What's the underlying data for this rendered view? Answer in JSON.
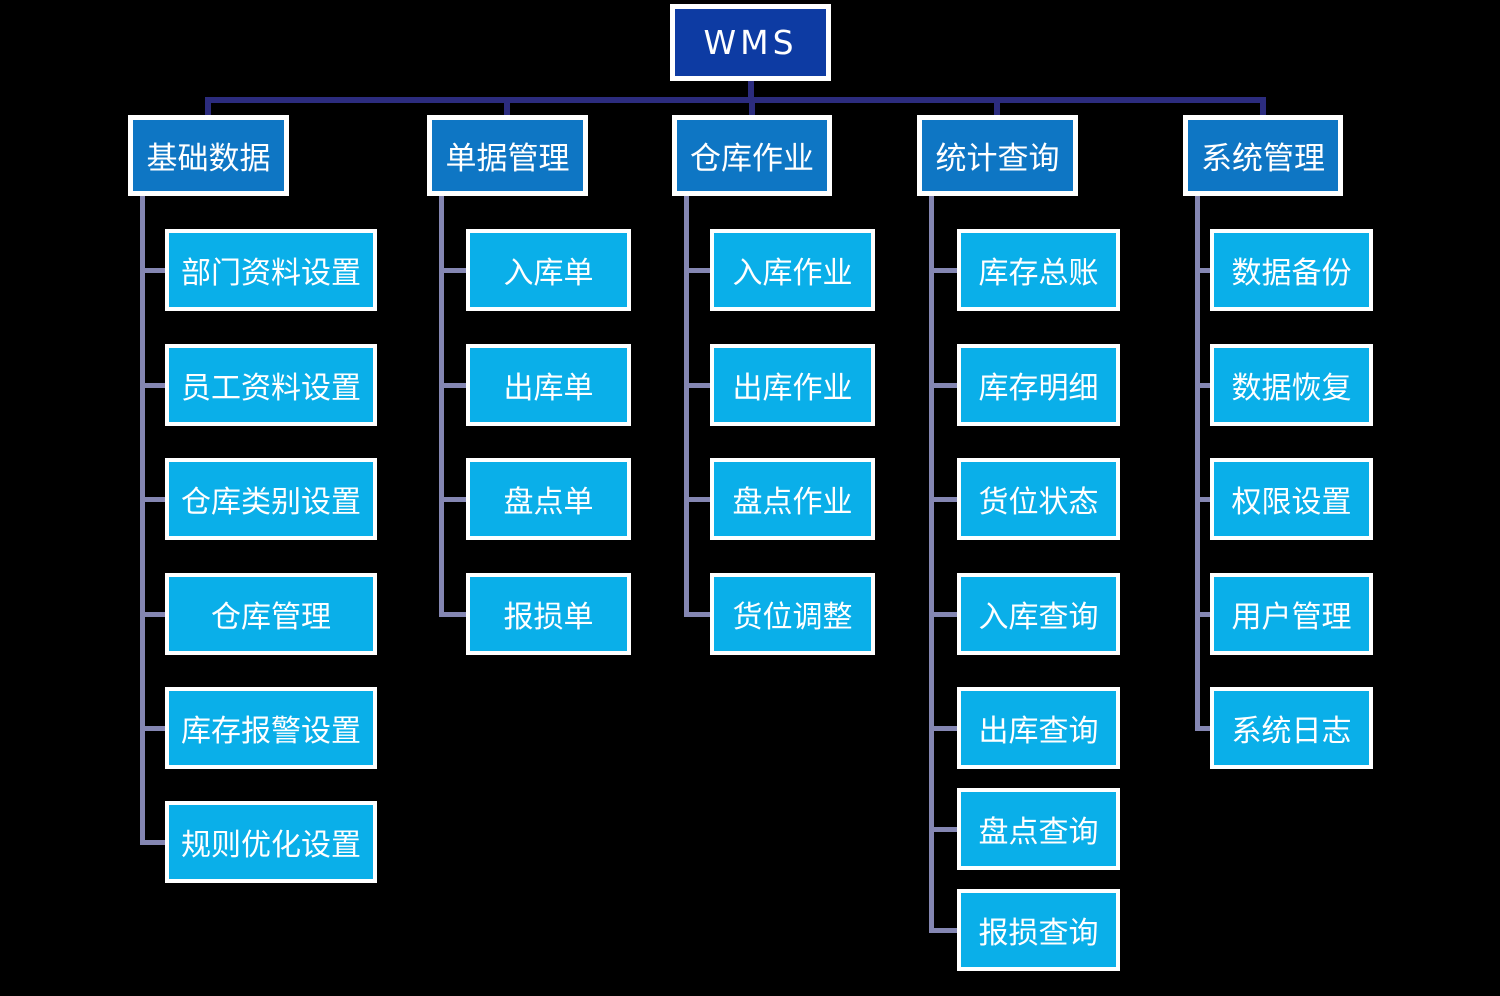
{
  "colors": {
    "background": "#000000",
    "root_fill": "#0d3ba3",
    "branch_fill": "#0e76c4",
    "leaf_fill": "#0aafe9",
    "node_border": "#ffffff",
    "connector_dark": "#2c2c7e",
    "connector_light": "#8486b2",
    "text": "#ffffff"
  },
  "root": {
    "label": "WMS"
  },
  "branches": [
    {
      "label": "基础数据",
      "children": [
        "部门资料设置",
        "员工资料设置",
        "仓库类别设置",
        "仓库管理",
        "库存报警设置",
        "规则优化设置"
      ]
    },
    {
      "label": "单据管理",
      "children": [
        "入库单",
        "出库单",
        "盘点单",
        "报损单"
      ]
    },
    {
      "label": "仓库作业",
      "children": [
        "入库作业",
        "出库作业",
        "盘点作业",
        "货位调整"
      ]
    },
    {
      "label": "统计查询",
      "children": [
        "库存总账",
        "库存明细",
        "货位状态",
        "入库查询",
        "出库查询",
        "盘点查询",
        "报损查询"
      ]
    },
    {
      "label": "系统管理",
      "children": [
        "数据备份",
        "数据恢复",
        "权限设置",
        "用户管理",
        "系统日志"
      ]
    }
  ]
}
